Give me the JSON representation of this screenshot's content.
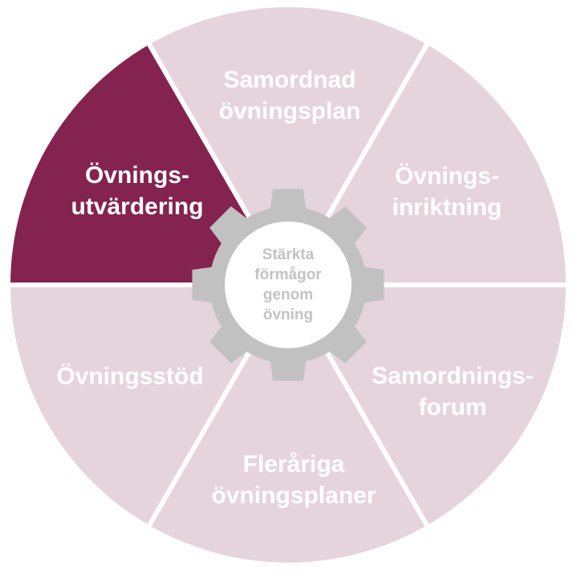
{
  "diagram": {
    "colors": {
      "segment_default": "#e6d4dd",
      "segment_highlight": "#84234f",
      "separator": "#ffffff",
      "gear": "#c1c1c1",
      "hub": "#ffffff",
      "hub_text": "#c3c3c3",
      "segment_text": "#ffffff"
    },
    "segments": [
      {
        "label": "Samordnad\növningsplan",
        "highlighted": false
      },
      {
        "label": "Övnings-\ninriktning",
        "highlighted": false
      },
      {
        "label": "Samordnings-\nforum",
        "highlighted": false
      },
      {
        "label": "Fleråriga\növningsplaner",
        "highlighted": false
      },
      {
        "label": "Övningsstöd",
        "highlighted": false
      },
      {
        "label": "Övnings-\nutvärdering",
        "highlighted": true
      }
    ],
    "hub": {
      "label": "Stärkta\nförmågor\ngenom\növning"
    }
  }
}
